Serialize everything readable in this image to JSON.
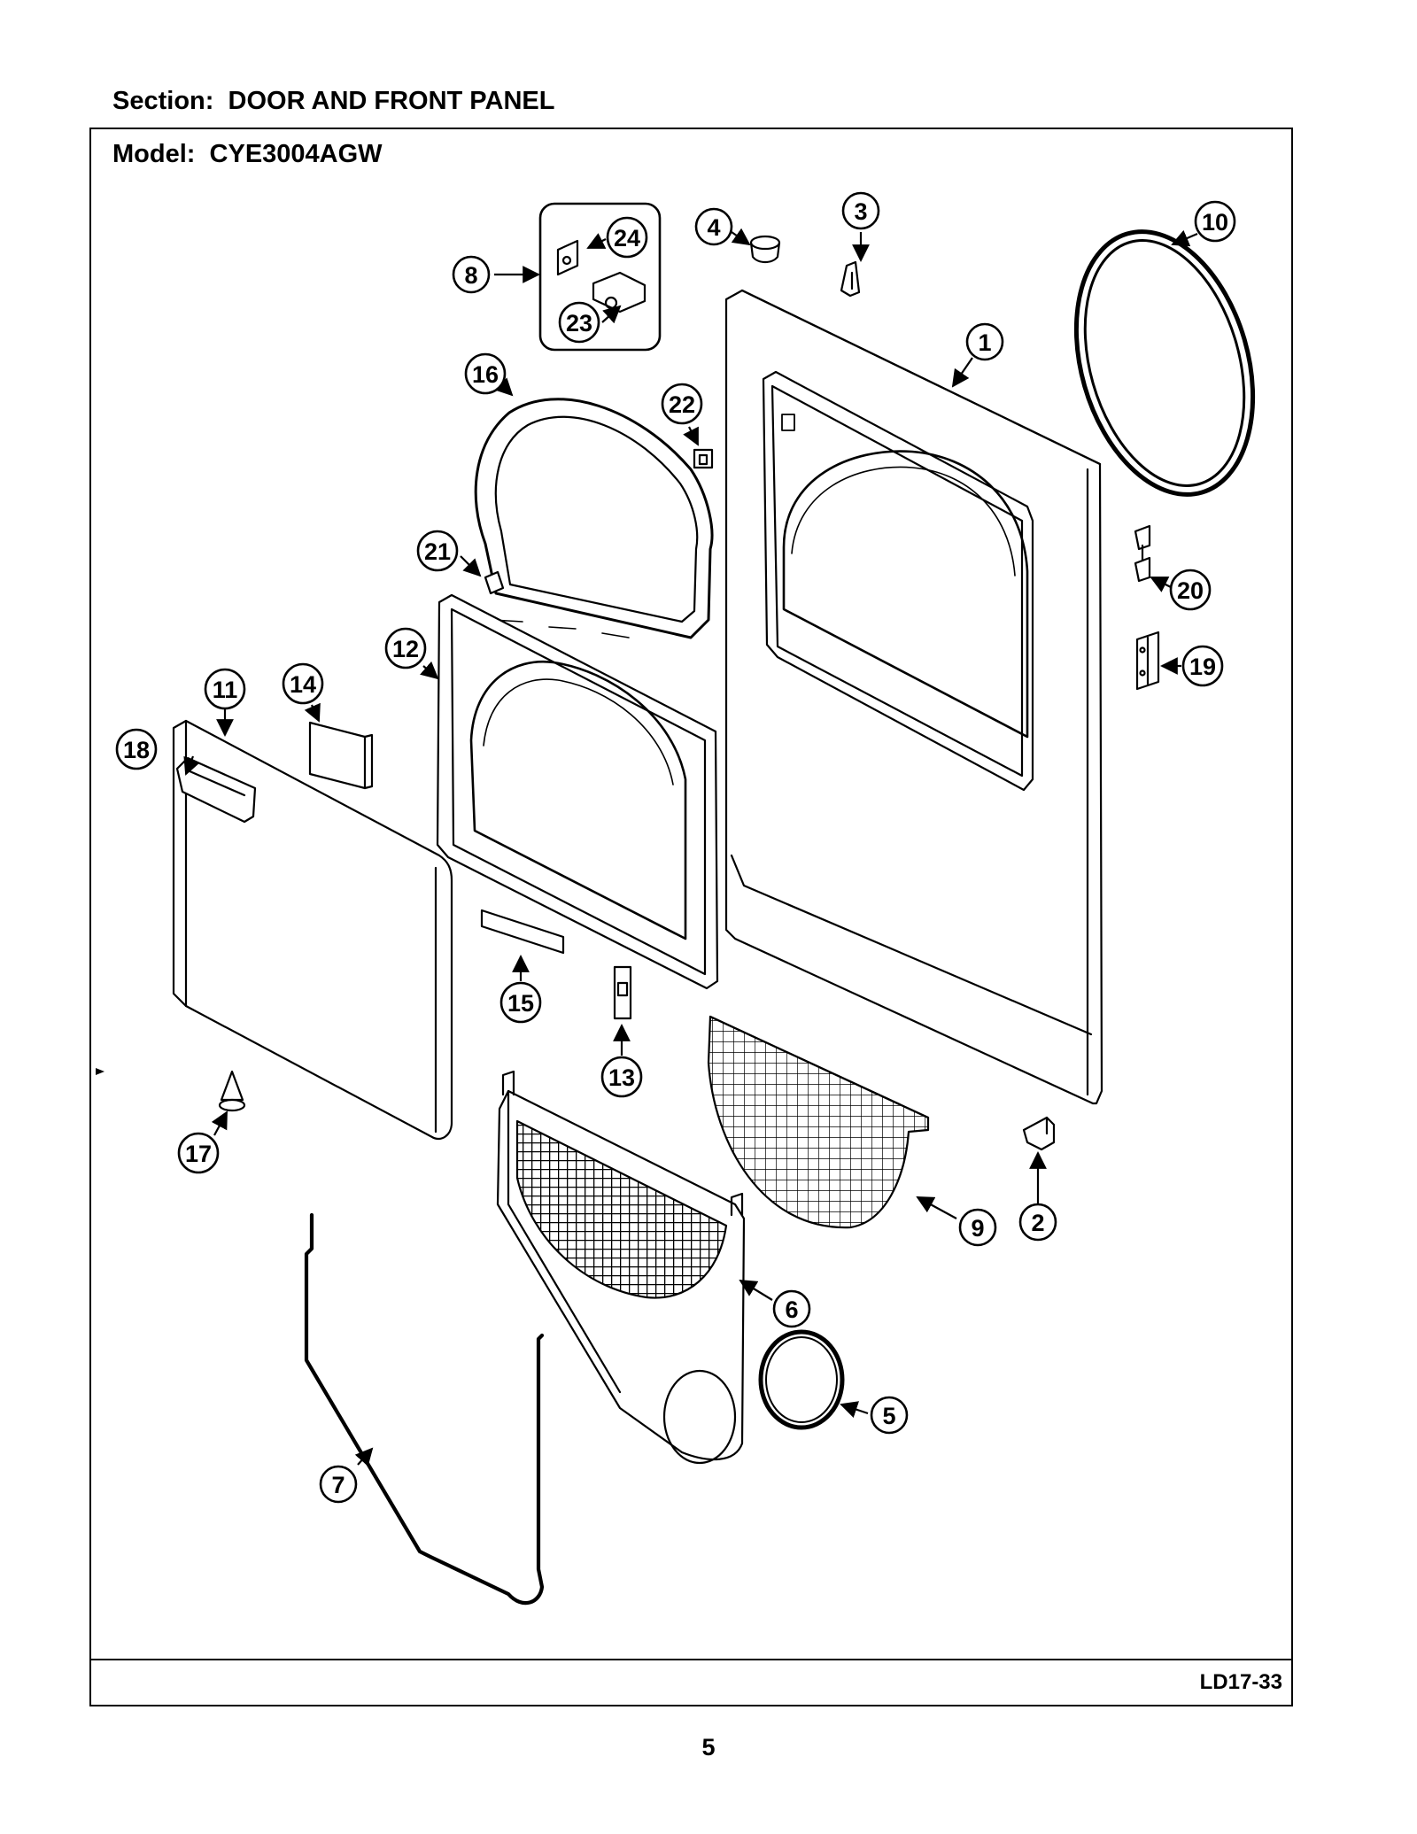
{
  "header": {
    "section": "Section:  DOOR AND FRONT PANEL",
    "model": "Model:  CYE3004AGW"
  },
  "footer": {
    "diagram_code": "LD17-33",
    "page_number": "5"
  },
  "parts": [
    {
      "name": "callout-1",
      "label": "1"
    },
    {
      "name": "callout-2",
      "label": "2"
    },
    {
      "name": "callout-3",
      "label": "3"
    },
    {
      "name": "callout-4",
      "label": "4"
    },
    {
      "name": "callout-5",
      "label": "5"
    },
    {
      "name": "callout-6",
      "label": "6"
    },
    {
      "name": "callout-7",
      "label": "7"
    },
    {
      "name": "callout-8",
      "label": "8"
    },
    {
      "name": "callout-9",
      "label": "9"
    },
    {
      "name": "callout-10",
      "label": "10"
    },
    {
      "name": "callout-11",
      "label": "11"
    },
    {
      "name": "callout-12",
      "label": "12"
    },
    {
      "name": "callout-13",
      "label": "13"
    },
    {
      "name": "callout-14",
      "label": "14"
    },
    {
      "name": "callout-15",
      "label": "15"
    },
    {
      "name": "callout-16",
      "label": "16"
    },
    {
      "name": "callout-17",
      "label": "17"
    },
    {
      "name": "callout-18",
      "label": "18"
    },
    {
      "name": "callout-19",
      "label": "19"
    },
    {
      "name": "callout-20",
      "label": "20"
    },
    {
      "name": "callout-21",
      "label": "21"
    },
    {
      "name": "callout-22",
      "label": "22"
    },
    {
      "name": "callout-23",
      "label": "23"
    },
    {
      "name": "callout-24",
      "label": "24"
    }
  ]
}
